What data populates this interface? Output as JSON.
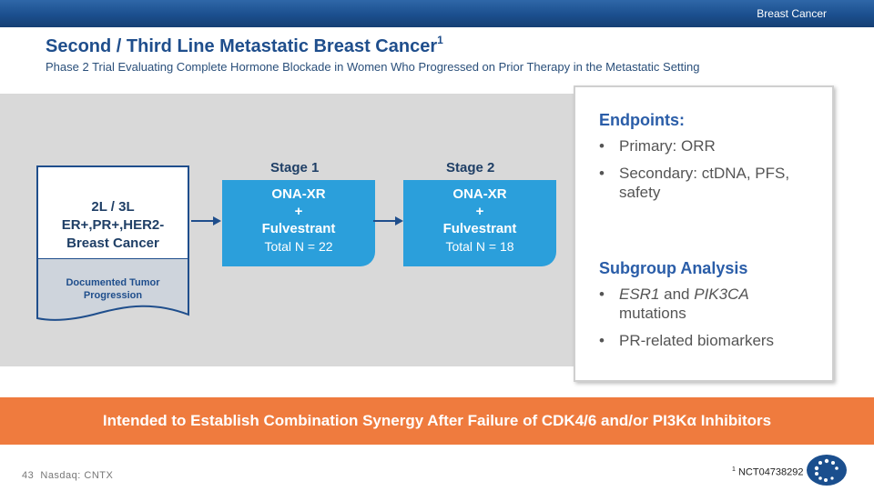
{
  "header": {
    "category": "Breast Cancer"
  },
  "title": {
    "main": "Second / Third Line Metastatic Breast Cancer",
    "superscript": "1"
  },
  "subtitle": "Phase 2 Trial Evaluating Complete Hormone Blockade in Women Who Progressed on Prior Therapy in the Metastatic Setting",
  "patients": {
    "label": "2L / 3L\nER+,PR+,HER2-\nBreast Cancer",
    "note": "Documented Tumor\nProgression"
  },
  "stages": [
    {
      "label": "Stage 1",
      "drug": "ONA-XR\n+\nFulvestrant",
      "n": "Total N = 22"
    },
    {
      "label": "Stage 2",
      "drug": "ONA-XR\n+\nFulvestrant",
      "n": "Total N = 18"
    }
  ],
  "endpoints": {
    "heading": "Endpoints:",
    "primary": "Primary: ORR",
    "secondary": "Secondary: ctDNA, PFS, safety"
  },
  "subgroup": {
    "heading": "Subgroup Analysis",
    "gene1": "ESR1",
    "and": " and ",
    "gene2": "PIK3CA",
    "mutations": " mutations",
    "biomarkers": "PR-related biomarkers"
  },
  "banner": "Intended to Establish Combination Synergy After Failure of CDK4/6 and/or PI3Kα Inhibitors",
  "footer": {
    "page": "43",
    "ticker": "Nasdaq: CNTX"
  },
  "footnote": {
    "mark": "1",
    "text": "NCT04738292"
  },
  "colors": {
    "navy": "#1f4e8c",
    "arm_blue": "#2b9fdb",
    "banner_orange": "#ef7b3e",
    "panel_gray": "#d9d9d9"
  }
}
